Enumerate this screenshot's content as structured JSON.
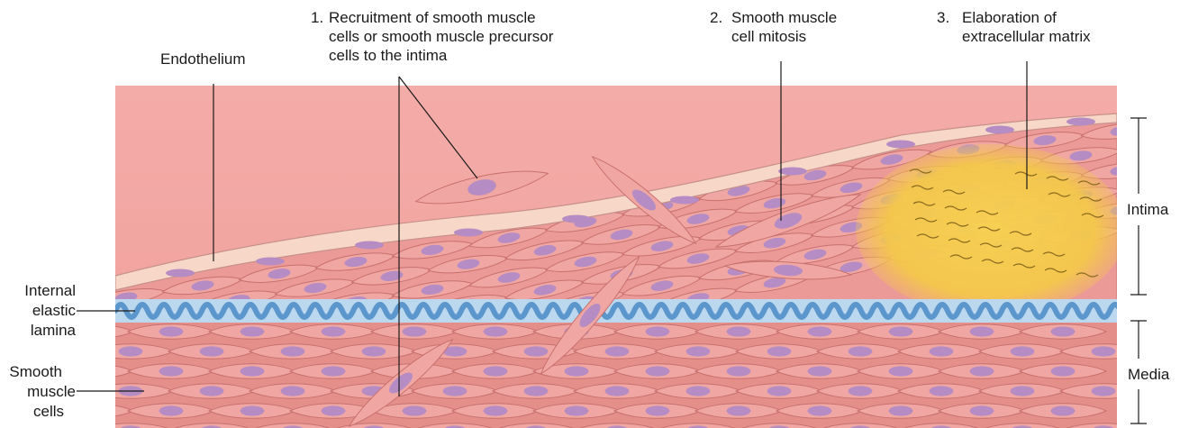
{
  "labels": {
    "endothelium": "Endothelium",
    "step1_number": "1.",
    "step1_lines": [
      "Recruitment of smooth muscle",
      "cells or smooth muscle precursor",
      "cells to the intima"
    ],
    "step2_number": "2.",
    "step2_lines": [
      "Smooth muscle",
      "cell mitosis"
    ],
    "step3_number": "3.",
    "step3_lines": [
      "Elaboration of",
      "extracellular matrix"
    ],
    "internal_elastic_lamina_lines": [
      "Internal",
      "elastic",
      "lamina"
    ],
    "smooth_muscle_cells_lines": [
      "Smooth",
      "muscle",
      "cells"
    ],
    "intima": "Intima",
    "media": "Media"
  },
  "colors": {
    "lumen": "#f2a6a2",
    "lumen_dark": "#e8918d",
    "intima_tissue": "#ec9a97",
    "cell_body": "#f0a7a3",
    "cell_outline": "#c8706e",
    "endothelium": "#f6d7c8",
    "nucleus": "#b58cc4",
    "elastic_lamina": "#5b96cc",
    "lamina_gap": "#bcd8ef",
    "matrix": "#f4c84a",
    "media_bg": "#e58f8b"
  }
}
